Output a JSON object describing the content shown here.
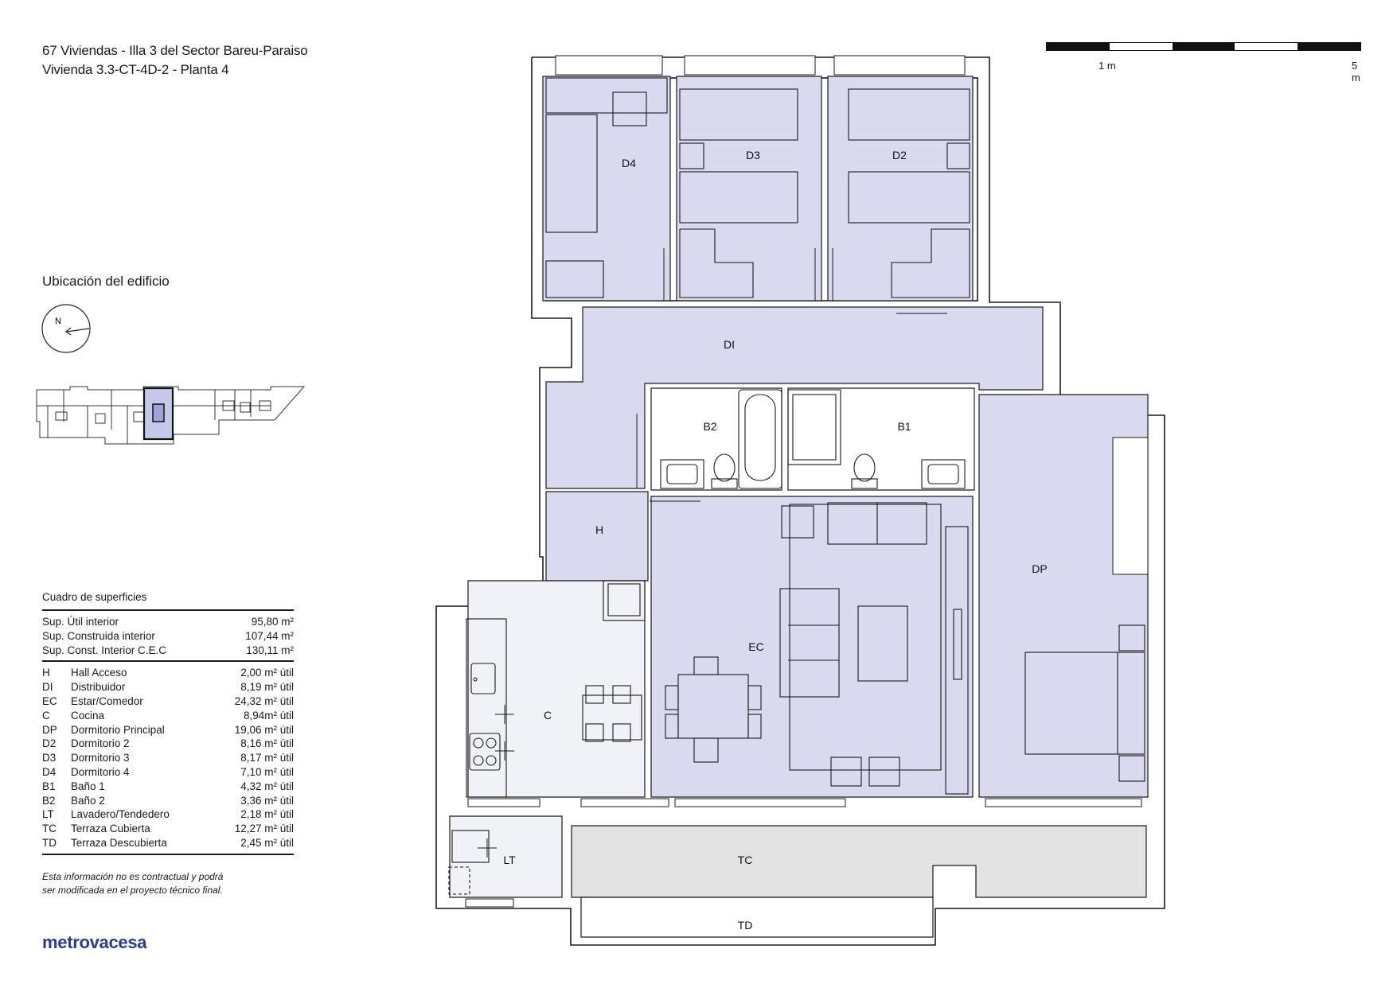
{
  "header": {
    "line1": "67 Viviendas - Illa 3 del Sector Bareu-Paraiso",
    "line2": "Vivienda 3.3-CT-4D-2  -  Planta 4"
  },
  "location": {
    "title": "Ubicación del edificio",
    "north": "N"
  },
  "areas": {
    "title": "Cuadro de superficies",
    "summary": [
      {
        "name": "Sup. Útil interior",
        "value": "95,80 m²"
      },
      {
        "name": "Sup. Construida interior",
        "value": "107,44 m²"
      },
      {
        "name": "Sup. Const. Interior C.E.C",
        "value": "130,11 m²"
      }
    ],
    "rooms": [
      {
        "code": "H",
        "name": "Hall Acceso",
        "value": "2,00 m² útil"
      },
      {
        "code": "DI",
        "name": "Distribuidor",
        "value": "8,19 m² útil"
      },
      {
        "code": "EC",
        "name": "Estar/Comedor",
        "value": "24,32 m² útil"
      },
      {
        "code": "C",
        "name": "Cocina",
        "value": "8,94m² útil"
      },
      {
        "code": "DP",
        "name": "Dormitorio Principal",
        "value": "19,06 m² útil"
      },
      {
        "code": "D2",
        "name": "Dormitorio 2",
        "value": "8,16 m² útil"
      },
      {
        "code": "D3",
        "name": "Dormitorio 3",
        "value": "8,17 m² útil"
      },
      {
        "code": "D4",
        "name": "Dormitorio 4",
        "value": "7,10 m² útil"
      },
      {
        "code": "B1",
        "name": "Baño 1",
        "value": "4,32 m² útil"
      },
      {
        "code": "B2",
        "name": "Baño 2",
        "value": "3,36 m² útil"
      },
      {
        "code": "LT",
        "name": "Lavadero/Tendedero",
        "value": "2,18 m² útil"
      },
      {
        "code": "TC",
        "name": "Terraza Cubierta",
        "value": "12,27 m² útil"
      },
      {
        "code": "TD",
        "name": "Terraza Descubierta",
        "value": "2,45 m² útil"
      }
    ]
  },
  "note": {
    "line1": "Esta información no es contractual y podrá",
    "line2": "ser modificada en el proyecto técnico final."
  },
  "brand": "metrovacesa",
  "scale": {
    "label_start": "1 m",
    "label_end": "5 m"
  },
  "plan_labels": {
    "d4": "D4",
    "d3": "D3",
    "d2": "D2",
    "di": "DI",
    "b2": "B2",
    "b1": "B1",
    "h": "H",
    "ec": "EC",
    "dp": "DP",
    "c": "C",
    "lt": "LT",
    "tc": "TC",
    "td": "TD"
  },
  "colors": {
    "room_fill": "#d9daf0",
    "terrace_fill": "#e3e3e3",
    "kitchen_fill": "#f1f1f8",
    "wall": "#1a1a1a",
    "brand": "#2b3c8f"
  }
}
